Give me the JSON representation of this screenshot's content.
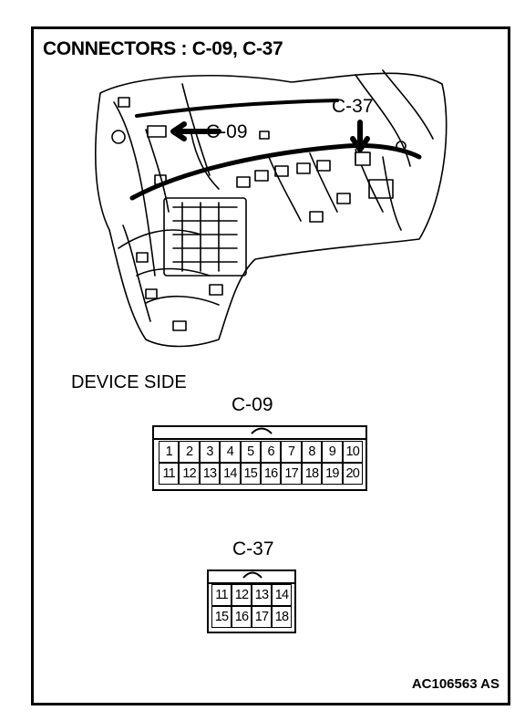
{
  "title": "CONNECTORS : C-09, C-37",
  "labels": {
    "c09_callout": "C-09",
    "c37_callout": "C-37",
    "device_side": "DEVICE SIDE"
  },
  "connectors": [
    {
      "name": "C-09",
      "rows": [
        [
          "1",
          "2",
          "3",
          "4",
          "5",
          "6",
          "7",
          "8",
          "9",
          "10"
        ],
        [
          "11",
          "12",
          "13",
          "14",
          "15",
          "16",
          "17",
          "18",
          "19",
          "20"
        ]
      ]
    },
    {
      "name": "C-37",
      "rows": [
        [
          "11",
          "12",
          "13",
          "14"
        ],
        [
          "15",
          "16",
          "17",
          "18"
        ]
      ]
    }
  ],
  "figure_code": "AC106563 AS"
}
